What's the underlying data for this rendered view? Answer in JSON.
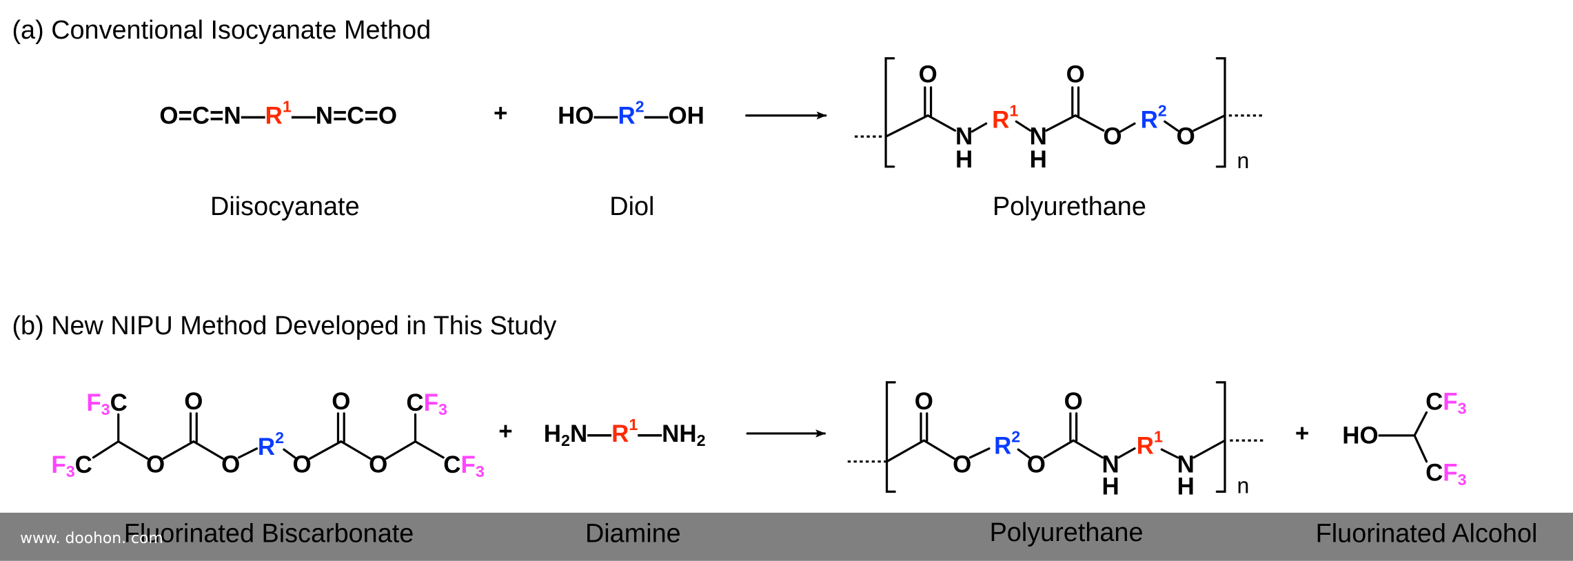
{
  "panel_a": {
    "title": "(a) Conventional Isocyanate Method",
    "diisocyanate": {
      "left": "O=C=N—",
      "r": "R",
      "sup": "1",
      "right": "—N=C=O"
    },
    "diol": {
      "left": "HO—",
      "r": "R",
      "sup": "2",
      "right": "—OH"
    },
    "reactant1_label": "Diisocyanate",
    "reactant2_label": "Diol",
    "product_label": "Polyurethane"
  },
  "panel_b": {
    "title": "(b) New NIPU Method Developed in This Study",
    "diamine": {
      "h": "H",
      "sub1": "2",
      "n": "N—",
      "r": "R",
      "sup": "1",
      "right": "—NH",
      "sub2": "2"
    },
    "reactant1_label": "Fluorinated Biscarbonate",
    "reactant2_label": "Diamine",
    "product_label": "Polyurethane",
    "byproduct_label": "Fluorinated Alcohol"
  },
  "atoms": {
    "O": "O",
    "N": "N",
    "H": "H",
    "C": "C",
    "F": "F",
    "HO": "HO",
    "R": "R",
    "one": "1",
    "two": "2",
    "three": "3"
  },
  "plus": "+",
  "repeat_index": "n",
  "watermark": "www. doohon. com",
  "colors": {
    "r1": "#ff2a00",
    "r2": "#0a3cff",
    "fluorine": "#ff44ff",
    "footer_band": "#808080"
  }
}
